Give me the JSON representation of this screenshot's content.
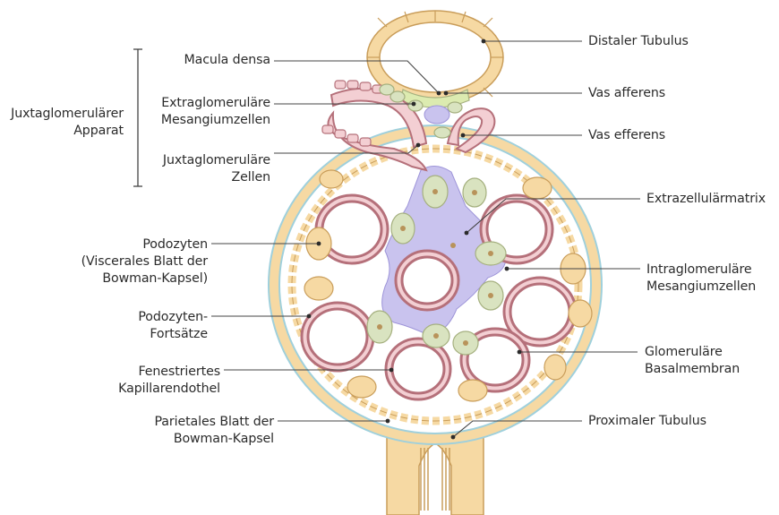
{
  "labels": {
    "juxta_apparat": [
      "Juxtaglomerulärer",
      "Apparat"
    ],
    "macula_densa": [
      "Macula densa"
    ],
    "extraglom_mesangium": [
      "Extraglomeruläre",
      "Mesangiumzellen"
    ],
    "juxta_zellen": [
      "Juxtaglomeruläre",
      "Zellen"
    ],
    "podozyten": [
      "Podozyten",
      "(Viscerales Blatt der",
      "Bowman-Kapsel)"
    ],
    "podozyten_fortsaetze": [
      "Podozyten-",
      "Fortsätze"
    ],
    "fenestriertes": [
      "Fenestriertes",
      "Kapillarendothel"
    ],
    "parietales": [
      "Parietales Blatt der",
      "Bowman-Kapsel"
    ],
    "distaler_tubulus": [
      "Distaler Tubulus"
    ],
    "vas_afferens": [
      "Vas afferens"
    ],
    "vas_efferens": [
      "Vas efferens"
    ],
    "extrazellularmatrix": [
      "Extrazellulärmatrix"
    ],
    "intraglom_mesangium": [
      "Intraglomeruläre",
      "Mesangiumzellen"
    ],
    "basalmembran": [
      "Glomeruläre",
      "Basalmembran"
    ],
    "proximaler_tubulus": [
      "Proximaler Tubulus"
    ]
  },
  "colors": {
    "capsule": "#f6d9a3",
    "capsule_stroke": "#c99d5a",
    "membrane": "#bfe3ec",
    "matrix": "#c9c3ee",
    "vessel": "#f3cfd3",
    "vessel_stroke": "#b5707a",
    "mesangial": "#d9e3c0",
    "macula": "#dcebb0",
    "line": "#444444"
  }
}
